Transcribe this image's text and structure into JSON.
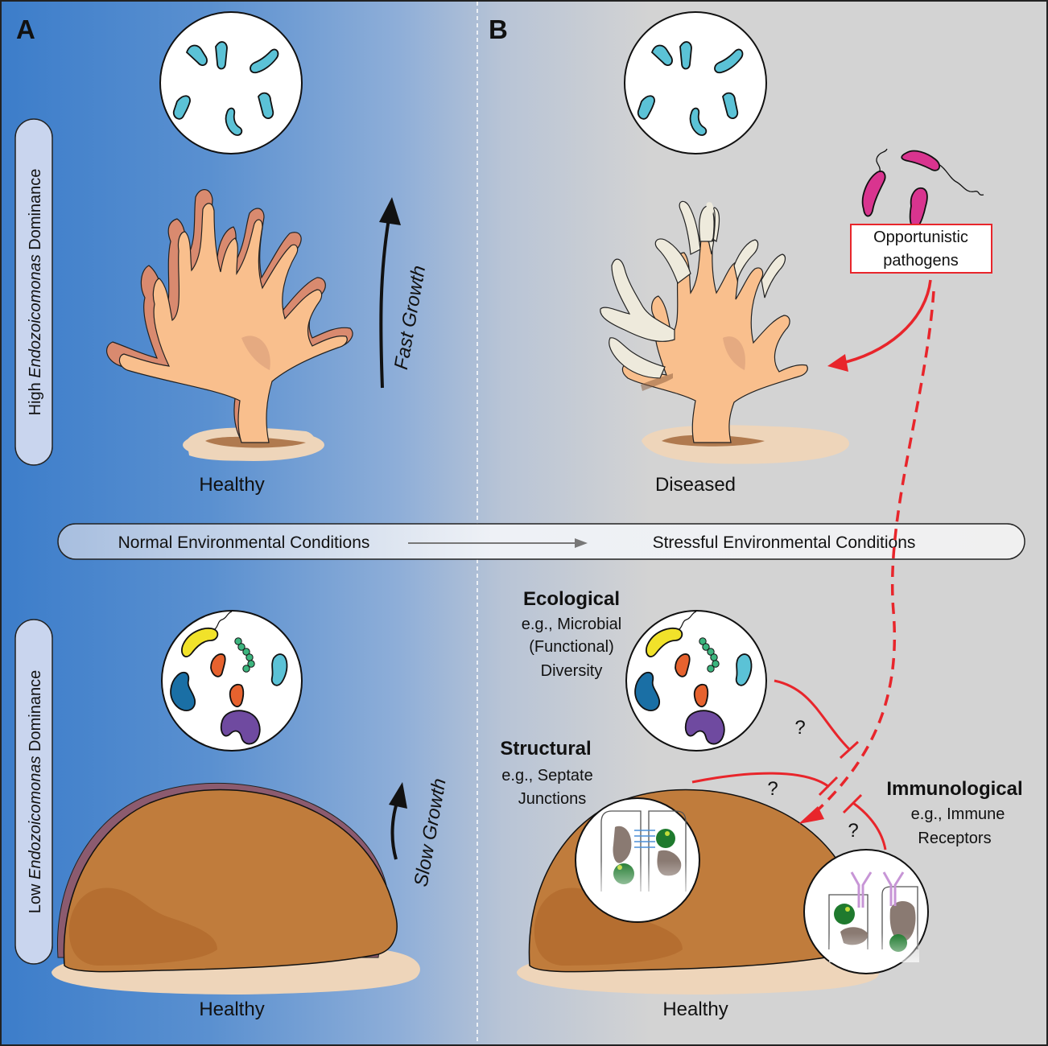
{
  "panels": {
    "a_letter": "A",
    "b_letter": "B"
  },
  "side_labels": {
    "high": [
      "High ",
      "Endozoicomonas",
      " Dominance"
    ],
    "low": [
      "Low ",
      "Endozoicomonas",
      " Dominance"
    ]
  },
  "growth": {
    "fast": "Fast Growth",
    "slow": "Slow Growth"
  },
  "status": {
    "a_top": "Healthy",
    "b_top": "Diseased",
    "a_bottom": "Healthy",
    "b_bottom": "Healthy"
  },
  "environment_bar": {
    "left": "Normal Environmental Conditions",
    "right": "Stressful Environmental Conditions"
  },
  "pathogens": {
    "line1": "Opportunistic",
    "line2": "pathogens"
  },
  "ecological": {
    "title": "Ecological",
    "line1": "e.g., Microbial",
    "line2": "(Functional)",
    "line3": "Diversity"
  },
  "structural": {
    "title": "Structural",
    "line1": "e.g., Septate",
    "line2": "Junctions"
  },
  "immunological": {
    "title": "Immunological",
    "line1": "e.g., Immune",
    "line2": "Receptors"
  },
  "question_mark": "?",
  "colors": {
    "panel_a_blue": "#3f7fcb",
    "panel_b_grey": "#d4d4d4",
    "coral_tissue": "#f9bf8d",
    "massive_coral": "#c07c3c",
    "endozoicomonas": "#5bc2d6",
    "pathogen_magenta": "#d9348f",
    "arrow_red": "#e8252b",
    "bleached": "#eeeadc"
  }
}
